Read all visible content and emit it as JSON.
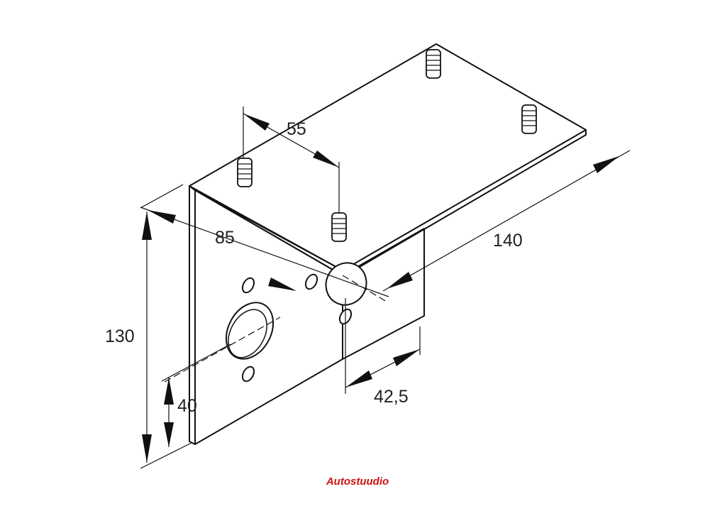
{
  "dimensions": {
    "width_top": "55",
    "depth": "85",
    "length": "140",
    "height": "130",
    "hole_height": "40",
    "hole_offset": "42,5"
  },
  "brand": {
    "text": "Autostuudio",
    "color": "#cc1111"
  },
  "colors": {
    "line": "#111111",
    "background": "#ffffff"
  }
}
